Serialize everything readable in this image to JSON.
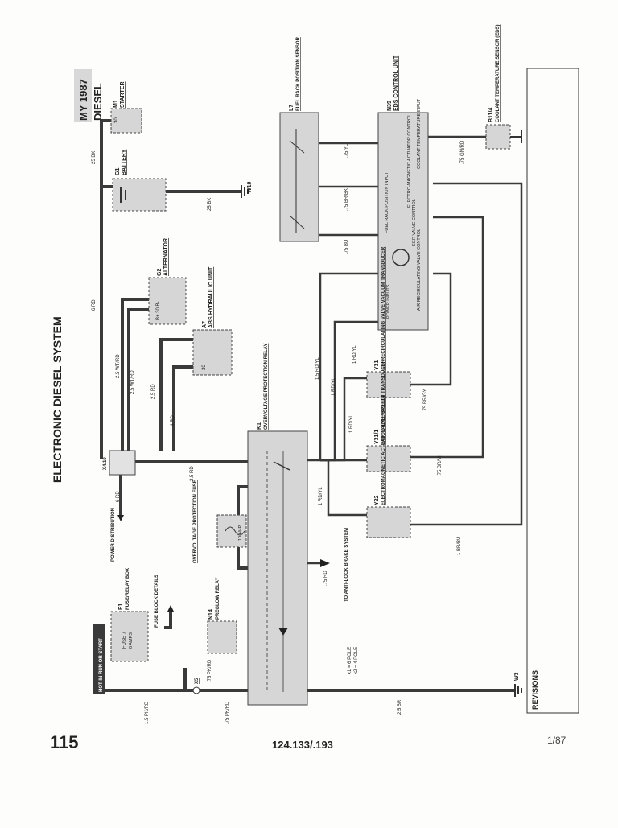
{
  "header": {
    "title": "ELECTRONIC DIESEL SYSTEM",
    "model_year": "MY 1987",
    "engine": "DIESEL"
  },
  "footer": {
    "page_number": "115",
    "model_code": "124.133/.193",
    "date": "1/87"
  },
  "revisions_label": "REVISIONS",
  "hot_label": "HOT IN RUN OR START",
  "components": {
    "m1": {
      "id": "M1",
      "name": "STARTER",
      "pin": "30"
    },
    "g1": {
      "id": "G1",
      "name": "BATTERY"
    },
    "g2": {
      "id": "G2",
      "name": "ALTERNATOR",
      "pins": "B+ 30 B-"
    },
    "a7": {
      "id": "A7",
      "name": "ABS HYDRAULIC UNIT",
      "pin": "30"
    },
    "l7": {
      "id": "L7",
      "name": "FUEL RACK POSITION SENSOR"
    },
    "n39": {
      "id": "N39",
      "name": "EDS CONTROL UNIT",
      "inner1": "FUEL RACK POSITION INPUT",
      "inner2": "ELECTRO-MAGNETIC ACTUATOR CONTROL",
      "inner3": "COOLANT TEMPERATURE INPUT",
      "inner4": "EGR VALVE CONTROL",
      "inner5": "AIR RECIRCULATING VALVE CONTROL",
      "inner6": "POWER INPUTS"
    },
    "b11": {
      "id": "B11/4",
      "name": "COOLANT TEMPERATURE SENSOR (EDS)"
    },
    "y31": {
      "id": "Y31",
      "name": "AIR RECIRCULATING VALVE VACUUM TRANSDUCER"
    },
    "y31_1": {
      "id": "Y31/1",
      "name": "EGR VALVE VACUUM TRANSDUCER"
    },
    "y22": {
      "id": "Y22",
      "name": "ELECTROMAGNETIC ACTUATOR (IDLE SPEED)"
    },
    "k1": {
      "id": "K1",
      "name": "OVERVOLTAGE PROTECTION RELAY"
    },
    "ovp_fuse": {
      "name": "OVERVOLTAGE PROTECTION FUSE",
      "rating": "10 AMP"
    },
    "n14": {
      "id": "N14",
      "name": "PREGLOW RELAY"
    },
    "f1": {
      "id": "F1",
      "name": "FUSE/RELAY BOX",
      "fuse": "FUSE 7",
      "amps": "8 AMPS"
    },
    "x14": {
      "id": "X4/10"
    },
    "x5": {
      "id": "X5"
    }
  },
  "notes": {
    "fuse_block": "FUSE BLOCK DETAILS",
    "power_dist": "POWER DISTRIBUTION",
    "to_abs": "TO ANTI-LOCK BRAKE SYSTEM",
    "poles_1": "x1 = 6 POLE",
    "poles_2": "x2 = 4 POLE",
    "w10": "W10",
    "w3": "W3"
  },
  "wires": {
    "w_25bk_a": "25 BK",
    "w_25bk_b": "25 BK",
    "w_6rd": "6 RD",
    "w_25wtrd_a": "2.5 WT/RD",
    "w_25wtrd_b": "2.5 WT/RD",
    "w_25rd_a": "2.5 RD",
    "w_4rd": "4 RD",
    "w_25rd_b": "2.5 RD",
    "w_6rd_b": "6 RD",
    "w_75yl": ".75 YL",
    "w_75brbk": ".75 BR/BK",
    "w_75bu": ".75 BU",
    "w_75gnrd": ".75 GN/RD",
    "w_15rdyl": "1.5 RD/YL",
    "w_1rdyl_a": "1 RD/YL",
    "w_1rdyl_b": "1 RD/YL",
    "w_1rdyl_c": "1 RD/YL",
    "w_1rdyl_d": "1 RD/YL",
    "w_75brgy": ".75 BR/GY",
    "w_75brvi": ".75 BR/VI",
    "w_1brbu": "1 BR/BU",
    "w_75rd": ".75 RD",
    "w_15pkrd": "1.5 PK/RD",
    "w_75pkrd": ".75 PK/RD",
    "w_75pkrd_b": ".75 PK/RD",
    "w_25br": "2.5 BR"
  }
}
